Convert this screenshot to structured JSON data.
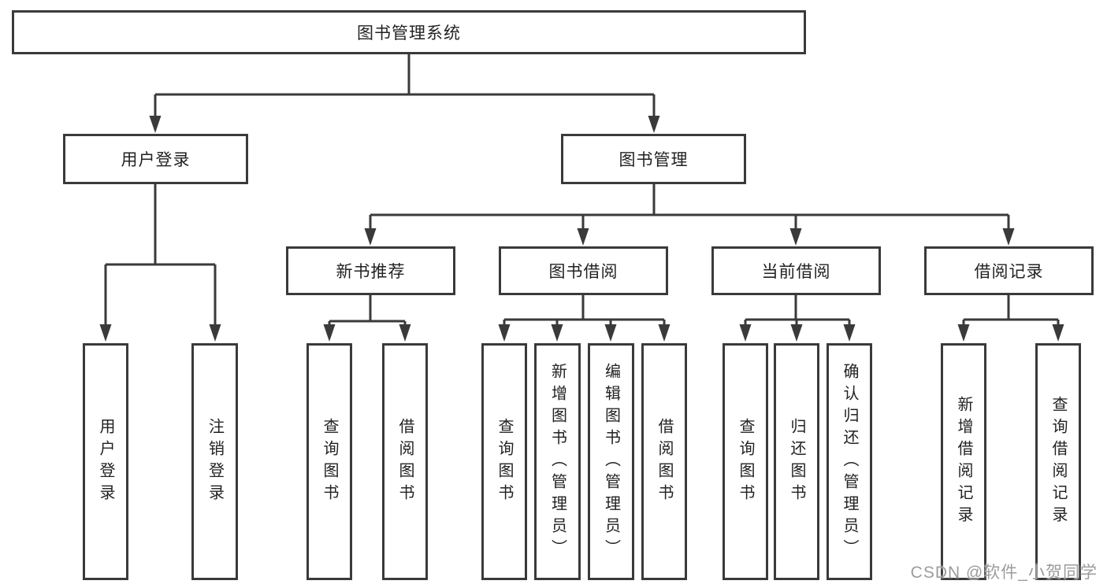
{
  "diagram": {
    "root": {
      "label": "图书管理系统"
    },
    "level2": [
      {
        "label": "用户登录"
      },
      {
        "label": "图书管理"
      }
    ],
    "level3": [
      {
        "label": "新书推荐"
      },
      {
        "label": "图书借阅"
      },
      {
        "label": "当前借阅"
      },
      {
        "label": "借阅记录"
      }
    ],
    "leaves": [
      {
        "label": "用户登录"
      },
      {
        "label": "注销登录"
      },
      {
        "label": "查询图书"
      },
      {
        "label": "借阅图书"
      },
      {
        "label": "查询图书"
      },
      {
        "label": "新增图书（管理员）"
      },
      {
        "label": "编辑图书（管理员）"
      },
      {
        "label": "借阅图书"
      },
      {
        "label": "查询图书"
      },
      {
        "label": "归还图书"
      },
      {
        "label": "确认归还（管理员）"
      },
      {
        "label": "新增借阅记录"
      },
      {
        "label": "查询借阅记录"
      }
    ],
    "watermark": "CSDN @软件_小贺同学",
    "colors": {
      "line": "#3a3a3a",
      "box_border": "#3a3a3a",
      "text": "#222222",
      "watermark": "#9c9c9c",
      "background": "#ffffff"
    }
  }
}
